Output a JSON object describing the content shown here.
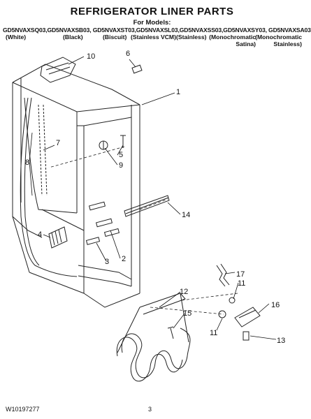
{
  "header": {
    "title": "REFRIGERATOR LINER PARTS",
    "for_models": "For Models:",
    "models": "GD5NVAXSQ03,GD5NVAXSB03, GD5NVAXST03,GD5NVAXSL03,GD5NVAXSS03,GD5NVAXSY03, GD5NVAXSA03",
    "variants": [
      "(White)",
      "(Black)",
      "(Biscuit)",
      "(Stainless VCM)",
      "(Stainless)",
      "(Monochromatic Satina)",
      "(Monochromatic Stainless)"
    ]
  },
  "callouts": {
    "c1": "1",
    "c2": "2",
    "c3": "3",
    "c4": "4",
    "c5": "5",
    "c6": "6",
    "c7": "7",
    "c8": "8",
    "c9": "9",
    "c10": "10",
    "c11a": "11",
    "c11b": "11",
    "c12": "12",
    "c13": "13",
    "c14": "14",
    "c15": "15",
    "c16": "16",
    "c17": "17"
  },
  "footer": {
    "doc_number": "W10197277",
    "page": "3"
  }
}
